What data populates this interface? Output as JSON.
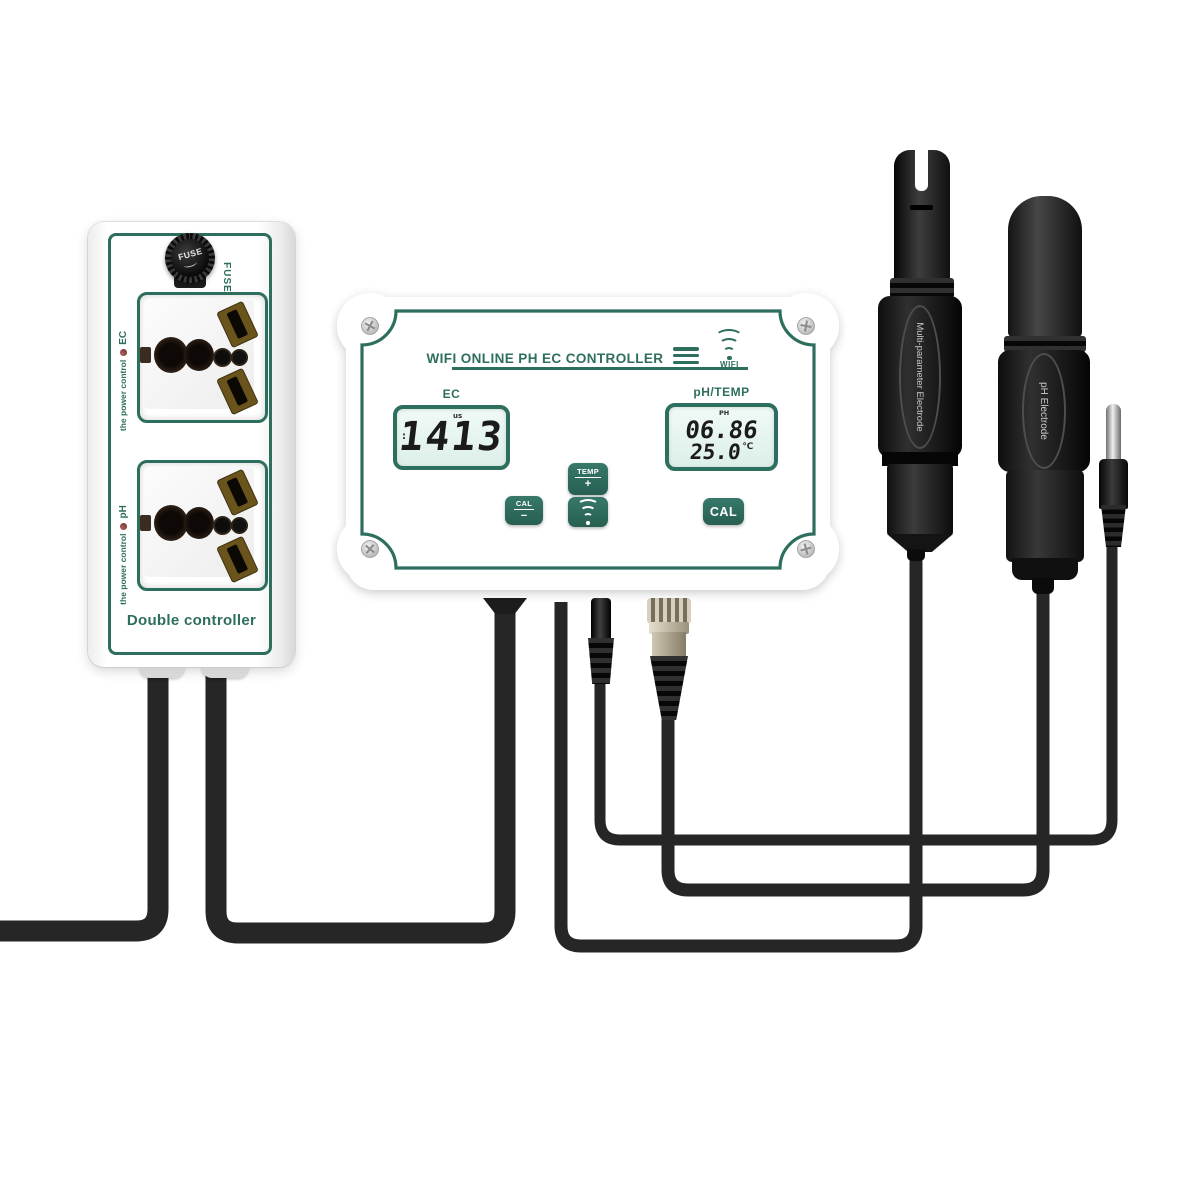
{
  "colors": {
    "green": "#2e6e5f",
    "lcd_bg": "#e8f6f2",
    "cable": "#262626",
    "blade": "#6b541c",
    "led": "#7d3833"
  },
  "power_strip": {
    "fuse_cap": "FUSE",
    "fuse_label": "FUSE",
    "name": "Double controller",
    "outlets": [
      {
        "power_text": "the power control",
        "channel": "EC"
      },
      {
        "power_text": "the power control",
        "channel": "pH"
      }
    ]
  },
  "controller": {
    "title": "WIFI ONLINE PH EC CONTROLLER",
    "wifi_word": "WIFI",
    "ec_display": {
      "label": "EC",
      "value": "1413",
      "unit": "us",
      "mode_mark": ":"
    },
    "ph_display": {
      "label": "pH/TEMP",
      "unit": "PH",
      "ph": "06.86",
      "temp": "25.0",
      "temp_unit": "℃"
    },
    "buttons": {
      "temp": "TEMP",
      "plus": "+",
      "cal_small": "CAL",
      "minus": "−",
      "cal": "CAL"
    }
  },
  "probes": {
    "multi_label": "Multi-parameter Electrode",
    "ph_label": "pH Electrode"
  }
}
